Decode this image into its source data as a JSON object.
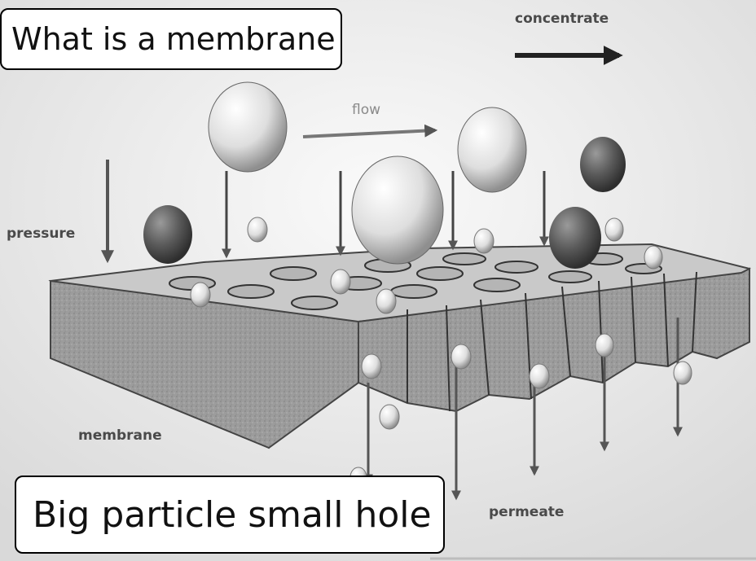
{
  "title": "What is a membrane",
  "caption": "Big particle small hole",
  "labels": {
    "concentrate": "concentrate",
    "flow": "flow",
    "pressure": "pressure",
    "membrane": "membrane",
    "permeate": "permeate"
  },
  "colors": {
    "background": "#ececec",
    "membrane_fill": "#9a9a9a",
    "membrane_top": "#c9c9c9",
    "arrow": "#555555",
    "callout_border": "#000000"
  }
}
